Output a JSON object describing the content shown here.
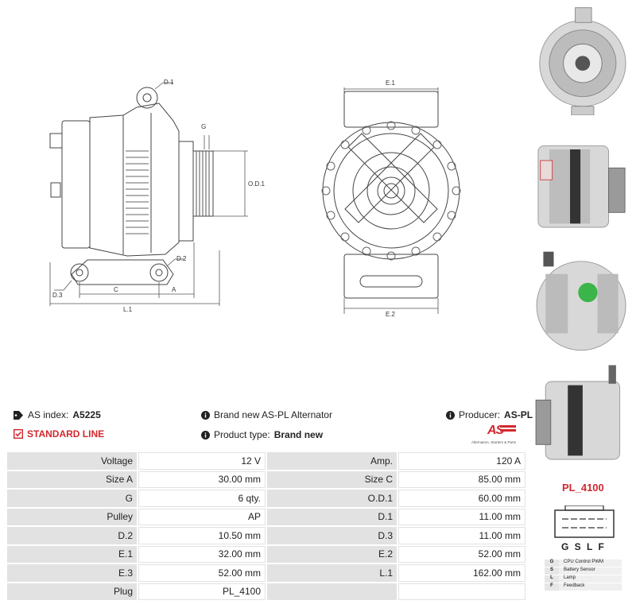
{
  "drawing": {
    "side_labels": {
      "d1": "D.1",
      "g": "G",
      "od1": "O.D.1",
      "d2": "D.2",
      "d3": "D.3",
      "c": "C",
      "a": "A",
      "l1": "L.1"
    },
    "front_labels": {
      "e1": "E.1",
      "e2": "E.2"
    }
  },
  "info": {
    "as_index_label": "AS index:",
    "as_index_value": "A5225",
    "line_label": "STANDARD LINE",
    "description": "Brand new AS-PL Alternator",
    "product_type_label": "Product type:",
    "product_type_value": "Brand new",
    "producer_label": "Producer:",
    "producer_value": "AS-PL",
    "logo_text": "AS",
    "logo_tagline": "Alternators, Starters & Parts"
  },
  "specs": [
    {
      "l1": "Voltage",
      "v1": "12 V",
      "l2": "Amp.",
      "v2": "120 A"
    },
    {
      "l1": "Size A",
      "v1": "30.00 mm",
      "l2": "Size C",
      "v2": "85.00 mm"
    },
    {
      "l1": "G",
      "v1": "6 qty.",
      "l2": "O.D.1",
      "v2": "60.00 mm"
    },
    {
      "l1": "Pulley",
      "v1": "AP",
      "l2": "D.1",
      "v2": "11.00 mm"
    },
    {
      "l1": "D.2",
      "v1": "10.50 mm",
      "l2": "D.3",
      "v2": "11.00 mm"
    },
    {
      "l1": "E.1",
      "v1": "32.00 mm",
      "l2": "E.2",
      "v2": "52.00 mm"
    },
    {
      "l1": "E.3",
      "v1": "52.00 mm",
      "l2": "L.1",
      "v2": "162.00 mm"
    },
    {
      "l1": "Plug",
      "v1": "PL_4100",
      "l2": "",
      "v2": ""
    }
  ],
  "plug": {
    "name": "PL_4100",
    "pins": "G S L F",
    "legend": [
      {
        "key": "G",
        "desc": "CPU Control PWM"
      },
      {
        "key": "S",
        "desc": "Battery Sensor"
      },
      {
        "key": "L",
        "desc": "Lamp"
      },
      {
        "key": "F",
        "desc": "Feedback"
      }
    ]
  },
  "icons": [
    "tag-icon",
    "check-square-icon",
    "info-icon"
  ],
  "colors": {
    "accent_red": "#d2282e",
    "label_bg": "#e2e2e2"
  }
}
